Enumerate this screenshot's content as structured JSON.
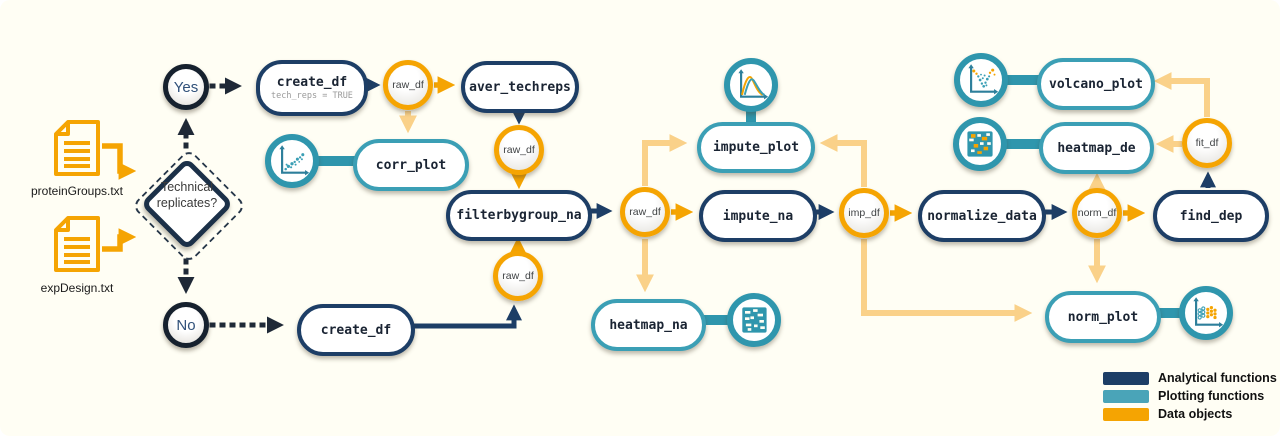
{
  "palette": {
    "background": "#fffef4",
    "analytical_navy": "#1d3e66",
    "plotting_teal": "#4aa4b8",
    "data_orange": "#f5a402",
    "data_flow_light_orange": "#fad189"
  },
  "files": [
    {
      "label": "proteinGroups.txt",
      "icon": "file-icon"
    },
    {
      "label": "expDesign.txt",
      "icon": "file-icon"
    }
  ],
  "decision": {
    "question": "Technical replicates?",
    "yes_label": "Yes",
    "no_label": "No"
  },
  "nodes": {
    "create_df_top": {
      "label": "create_df",
      "param": "tech_reps = TRUE"
    },
    "aver_techreps": {
      "label": "aver_techreps"
    },
    "corr_plot": {
      "label": "corr_plot",
      "icon": "scatter-plot-icon"
    },
    "filterbygroup_na": {
      "label": "filterbygroup_na"
    },
    "impute_plot": {
      "label": "impute_plot",
      "icon": "density-plot-icon"
    },
    "impute_na": {
      "label": "impute_na"
    },
    "heatmap_na": {
      "label": "heatmap_na",
      "icon": "heatmap-icon"
    },
    "normalize_data": {
      "label": "normalize_data"
    },
    "find_dep": {
      "label": "find_dep"
    },
    "volcano_plot": {
      "label": "volcano_plot",
      "icon": "volcano-scatter-icon"
    },
    "heatmap_de": {
      "label": "heatmap_de",
      "icon": "heatmap-de-icon"
    },
    "norm_plot": {
      "label": "norm_plot",
      "icon": "jitter-plot-icon"
    },
    "create_df_bottom": {
      "label": "create_df"
    }
  },
  "data_objects": {
    "raw_df": "raw_df",
    "imp_df": "imp_df",
    "norm_df": "norm_df",
    "fit_df": "fit_df"
  },
  "legend": {
    "items": [
      {
        "label": "Analytical functions",
        "color": "#1d3e66"
      },
      {
        "label": "Plotting functions",
        "color": "#4aa4b8"
      },
      {
        "label": "Data objects",
        "color": "#f5a402"
      }
    ]
  }
}
